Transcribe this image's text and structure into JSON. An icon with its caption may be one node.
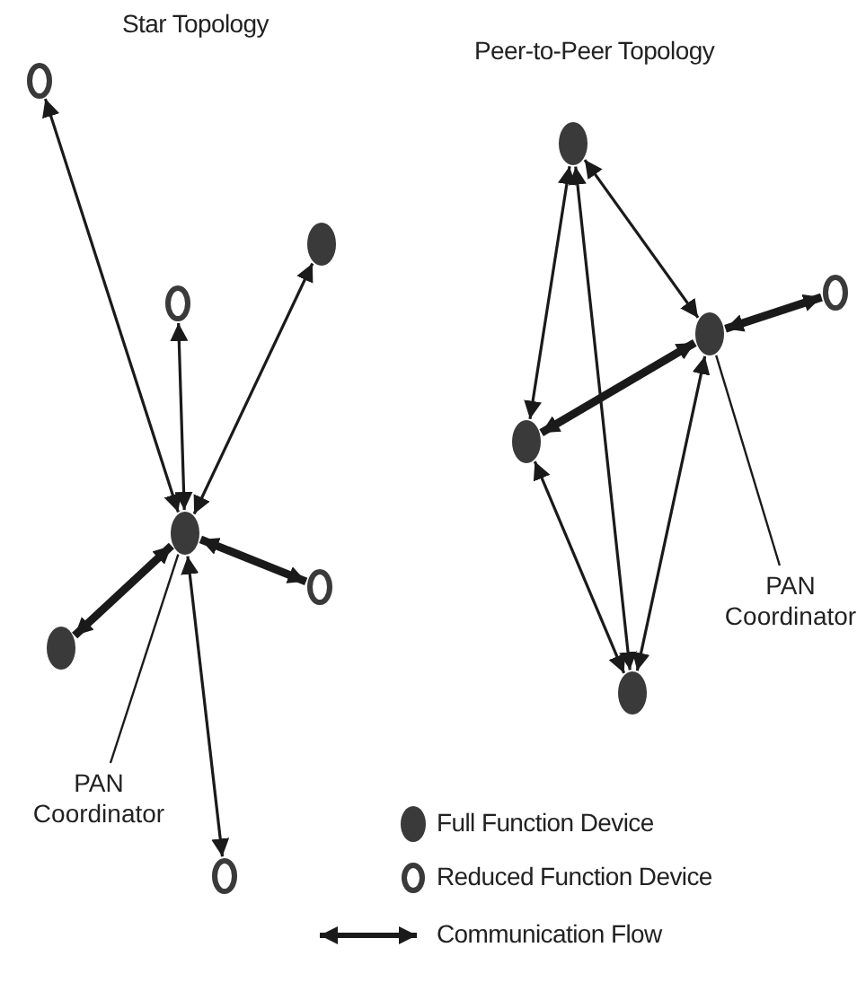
{
  "diagram": {
    "nodes": [
      {
        "text": [],
        "shape": "circle"
      },
      {
        "text": [],
        "shape": "circle"
      },
      {
        "text": [],
        "shape": "circle"
      },
      {
        "text": [],
        "shape": "circle"
      },
      {
        "text": [],
        "shape": "circle"
      },
      {
        "text": [],
        "shape": "circle"
      },
      {
        "text": [
          "PAN Coordinator"
        ]
      },
      {
        "text": [],
        "shape": "circle"
      },
      {
        "text": [],
        "shape": "circle"
      },
      {
        "text": [],
        "shape": "circle"
      },
      {
        "text": [],
        "shape": "circle"
      },
      {
        "text": [],
        "shape": "circle"
      },
      {
        "text": [
          "PAN Coordinator"
        ]
      },
      {
        "text": [],
        "shape": "circle"
      }
    ],
    "edges": [
      {
        "from": 0,
        "to": 3,
        "arrow": "both"
      },
      {
        "from": 1,
        "to": 3,
        "arrow": "both"
      },
      {
        "from": 2,
        "to": 3,
        "arrow": "both"
      },
      {
        "from": 3,
        "to": 4,
        "arrow": "both",
        "style": "thick"
      },
      {
        "from": 3,
        "to": 5,
        "arrow": "both",
        "style": "thick"
      },
      {
        "from": 3,
        "to": 7,
        "arrow": "both"
      },
      {
        "from": 6,
        "to": 3,
        "arrow": "none"
      },
      {
        "from": 8,
        "to": 10,
        "arrow": "both"
      },
      {
        "from": 8,
        "to": 11,
        "arrow": "both"
      },
      {
        "from": 8,
        "to": 13,
        "arrow": "both"
      },
      {
        "from": 10,
        "to": 9,
        "arrow": "both",
        "style": "thick"
      },
      {
        "from": 10,
        "to": 11,
        "arrow": "both",
        "style": "thick"
      },
      {
        "from": 11,
        "to": 13,
        "arrow": "both"
      },
      {
        "from": 10,
        "to": 13,
        "arrow": "both"
      },
      {
        "from": 12,
        "to": 10,
        "arrow": "none"
      }
    ],
    "labels": [
      "Star Topology",
      "Peer-to-Peer Topology"
    ],
    "legend": [
      {
        "text": "Full Function Device"
      },
      {
        "text": "Reduced Function Device"
      },
      {
        "text": "Communication Flow"
      }
    ]
  }
}
